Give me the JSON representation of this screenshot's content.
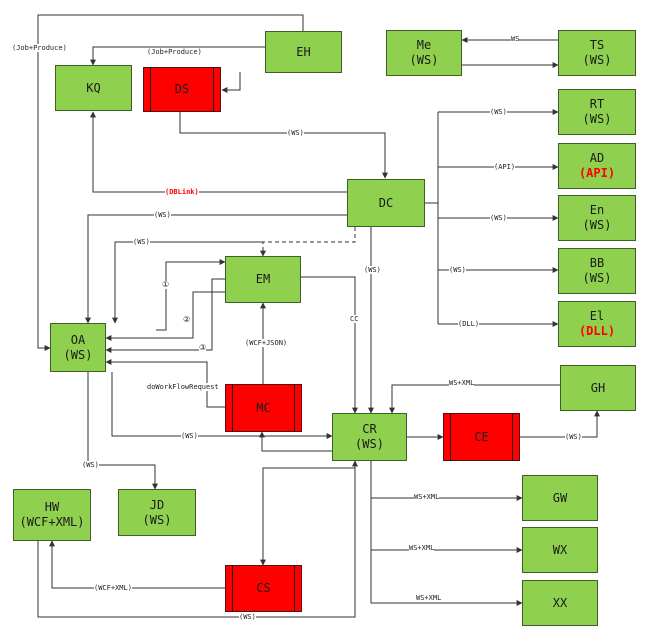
{
  "nodes": {
    "eh": {
      "name": "EH",
      "sub": ""
    },
    "kq": {
      "name": "KQ",
      "sub": ""
    },
    "ds": {
      "name": "DS",
      "sub": ""
    },
    "me": {
      "name": "Me",
      "sub": "(WS)"
    },
    "ts": {
      "name": "TS",
      "sub": "(WS)"
    },
    "rt": {
      "name": "RT",
      "sub": "(WS)"
    },
    "ad": {
      "name": "AD",
      "sub": "(API)"
    },
    "en": {
      "name": "En",
      "sub": "(WS)"
    },
    "bb": {
      "name": "BB",
      "sub": "(WS)"
    },
    "el": {
      "name": "El",
      "sub": "(DLL)"
    },
    "dc": {
      "name": "DC",
      "sub": ""
    },
    "em": {
      "name": "EM",
      "sub": ""
    },
    "oa": {
      "name": "OA",
      "sub": "(WS)"
    },
    "mc": {
      "name": "MC",
      "sub": ""
    },
    "cr": {
      "name": "CR",
      "sub": "(WS)"
    },
    "ce": {
      "name": "CE",
      "sub": ""
    },
    "gh": {
      "name": "GH",
      "sub": ""
    },
    "jd": {
      "name": "JD",
      "sub": "(WS)"
    },
    "hw": {
      "name": "HW",
      "sub": "(WCF+XML)"
    },
    "gw": {
      "name": "GW",
      "sub": ""
    },
    "wx": {
      "name": "WX",
      "sub": ""
    },
    "xx": {
      "name": "XX",
      "sub": ""
    },
    "cs": {
      "name": "CS",
      "sub": ""
    }
  },
  "labels": {
    "job_produce_left": "(Job+Produce)",
    "job_produce_top": "(Job+Produce)",
    "ts_me": "WS",
    "ds_dc": "(WS)",
    "dc_rt": "(WS)",
    "dc_ad": "(API)",
    "dc_en": "(WS)",
    "dc_bb": "(WS)",
    "dc_el": "(DLL)",
    "dc_kq": "(DBLink)",
    "dc_oa": "(WS)",
    "em_dash": "(WS)",
    "dc_cr": "(WS)",
    "em_cr": "CC",
    "circle1": "①",
    "circle2": "②",
    "circle3": "③",
    "wcf_json": "(WCF+JSON)",
    "do_workflow": "doWorkFlowRequest",
    "oa_cr": "(WS)",
    "oa_jd": "(WS)",
    "gh_cr": "WS+XML",
    "ce_gh": "(WS)",
    "cr_gw": "WS+XML",
    "cr_wx": "WS+XML",
    "cr_xx": "WS+XML",
    "cs_hw": "(WCF+XML)",
    "bottom_ws": "(WS)"
  },
  "colors": {
    "box_green": "#8fd14f",
    "box_red": "#ff0000",
    "line": "#333333",
    "highlight_text": "#ff0000"
  }
}
